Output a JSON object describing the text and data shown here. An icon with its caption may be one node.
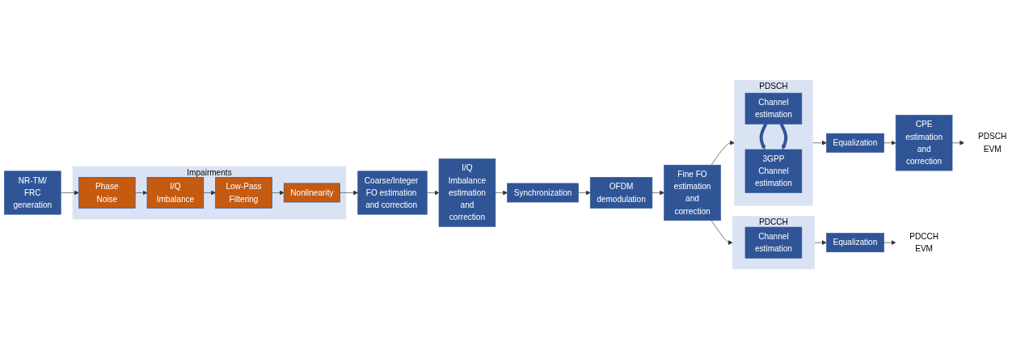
{
  "diagram": {
    "nodes": [
      {
        "text": [
          "NR-TM/ FRC generation"
        ]
      },
      {
        "text": [
          "Impairments"
        ]
      },
      {
        "text": [
          "Phase Noise"
        ],
        "in": 1
      },
      {
        "text": [
          "I/Q Imbalance"
        ],
        "in": 1
      },
      {
        "text": [
          "Low-Pass Filtering"
        ],
        "in": 1
      },
      {
        "text": [
          "Nonlinearity"
        ],
        "in": 1
      },
      {
        "text": [
          "Coarse/Integer FO estimation and correction"
        ]
      },
      {
        "text": [
          "I/Q Imbalance estimation and correction"
        ]
      },
      {
        "text": [
          "Synchronization"
        ]
      },
      {
        "text": [
          "OFDM demodulation"
        ]
      },
      {
        "text": [
          "Fine FO estimation and correction"
        ]
      },
      {
        "text": [
          "PDSCH"
        ]
      },
      {
        "text": [
          "Channel estimation"
        ],
        "in": 11
      },
      {
        "text": [
          "3GPP Channel estimation"
        ],
        "in": 11
      },
      {
        "text": [
          "Equalization"
        ]
      },
      {
        "text": [
          "CPE estimation and correction"
        ]
      },
      {
        "text": [
          "PDSCH EVM"
        ]
      },
      {
        "text": [
          "PDCCH"
        ]
      },
      {
        "text": [
          "Channel estimation"
        ],
        "in": 17
      },
      {
        "text": [
          "Equalization"
        ]
      },
      {
        "text": [
          "PDCCH EVM"
        ]
      }
    ],
    "edges": [
      {
        "from": 0,
        "to": 2,
        "arrow": "to"
      },
      {
        "from": 2,
        "to": 3,
        "arrow": "to"
      },
      {
        "from": 3,
        "to": 4,
        "arrow": "to"
      },
      {
        "from": 4,
        "to": 5,
        "arrow": "to"
      },
      {
        "from": 5,
        "to": 6,
        "arrow": "to"
      },
      {
        "from": 6,
        "to": 7,
        "arrow": "to"
      },
      {
        "from": 7,
        "to": 8,
        "arrow": "to"
      },
      {
        "from": 8,
        "to": 9,
        "arrow": "to"
      },
      {
        "from": 9,
        "to": 10,
        "arrow": "to"
      },
      {
        "from": 10,
        "to": 11,
        "arrow": "to"
      },
      {
        "from": 10,
        "to": 17,
        "arrow": "to"
      },
      {
        "from": 12,
        "to": 13,
        "arrow": "to",
        "style": "thick",
        "color": "#2f5597"
      },
      {
        "from": 12,
        "to": 13,
        "arrow": "to",
        "style": "thick",
        "color": "#2f5597"
      },
      {
        "from": 11,
        "to": 14,
        "arrow": "to"
      },
      {
        "from": 14,
        "to": 15,
        "arrow": "to"
      },
      {
        "from": 15,
        "to": 16,
        "arrow": "to"
      },
      {
        "from": 17,
        "to": 19,
        "arrow": "to"
      },
      {
        "from": 19,
        "to": 20,
        "arrow": "to"
      }
    ]
  }
}
